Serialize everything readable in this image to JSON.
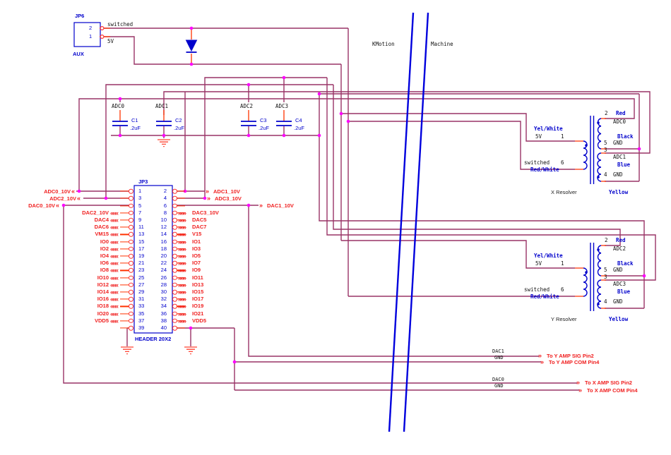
{
  "colors": {
    "wire": "#993366",
    "junction": "#ff00ff",
    "component": "#0000cc",
    "net_label": "#f02020",
    "pin_stub": "#ff3300",
    "divider_line": "#0000dd"
  },
  "jp6": {
    "ref": "JP6",
    "name": "AUX",
    "pin_top": "2",
    "pin_bottom": "1",
    "net_top": "switched",
    "net_bottom": "5V"
  },
  "divider": {
    "left": "KMotion",
    "right": "Machine"
  },
  "caps": [
    {
      "net": "ADC0",
      "ref": "C1",
      "value": ".2uF"
    },
    {
      "net": "ADC1",
      "ref": "C2",
      "value": ".2uF"
    },
    {
      "net": "ADC2",
      "ref": "C3",
      "value": ".2uF"
    },
    {
      "net": "ADC3",
      "ref": "C4",
      "value": ".2uF"
    }
  ],
  "net_flags": {
    "adc0": {
      "arrow": "«",
      "label": "ADC0_10V"
    },
    "adc2": {
      "arrow": "«",
      "label": "ADC2_10V"
    },
    "dac0": {
      "arrow": "«",
      "label": "DAC0_10V"
    },
    "adc1": {
      "arrow": "»",
      "label": "ADC1_10V"
    },
    "adc3": {
      "arrow": "»",
      "label": "ADC3_10V"
    },
    "dac1": {
      "arrow": "»",
      "label": "DAC1_10V"
    }
  },
  "jp3": {
    "ref": "JP3",
    "type": "HEADER 20X2",
    "rows": [
      {
        "ln": "1",
        "rn": "2",
        "ll": "",
        "la": "",
        "rl": "",
        "ra": ""
      },
      {
        "ln": "3",
        "rn": "4",
        "ll": "",
        "la": "",
        "rl": "",
        "ra": ""
      },
      {
        "ln": "5",
        "rn": "6",
        "ll": "",
        "la": "",
        "rl": "",
        "ra": ""
      },
      {
        "ln": "7",
        "rn": "8",
        "ll": "DAC2_10V",
        "la": "«««",
        "rl": "DAC3_10V",
        "ra": "»»»"
      },
      {
        "ln": "9",
        "rn": "10",
        "ll": "DAC4",
        "la": "«««",
        "rl": "DAC5",
        "ra": "»»»"
      },
      {
        "ln": "11",
        "rn": "12",
        "ll": "DAC6",
        "la": "«««",
        "rl": "DAC7",
        "ra": "»»»"
      },
      {
        "ln": "13",
        "rn": "14",
        "ll": "VM15",
        "la": "«««",
        "rl": "V15",
        "ra": "»»»"
      },
      {
        "ln": "15",
        "rn": "16",
        "ll": "IO0",
        "la": "«««",
        "rl": "IO1",
        "ra": "»»»"
      },
      {
        "ln": "17",
        "rn": "18",
        "ll": "IO2",
        "la": "«««",
        "rl": "IO3",
        "ra": "»»»"
      },
      {
        "ln": "19",
        "rn": "20",
        "ll": "IO4",
        "la": "«««",
        "rl": "IO5",
        "ra": "»»»"
      },
      {
        "ln": "21",
        "rn": "22",
        "ll": "IO6",
        "la": "«««",
        "rl": "IO7",
        "ra": "»»»"
      },
      {
        "ln": "23",
        "rn": "24",
        "ll": "IO8",
        "la": "«««",
        "rl": "IO9",
        "ra": "»»»"
      },
      {
        "ln": "25",
        "rn": "26",
        "ll": "IO10",
        "la": "«««",
        "rl": "IO11",
        "ra": "»»»"
      },
      {
        "ln": "27",
        "rn": "28",
        "ll": "IO12",
        "la": "«««",
        "rl": "IO13",
        "ra": "»»»"
      },
      {
        "ln": "29",
        "rn": "30",
        "ll": "IO14",
        "la": "«««",
        "rl": "IO15",
        "ra": "»»»"
      },
      {
        "ln": "31",
        "rn": "32",
        "ll": "IO16",
        "la": "«««",
        "rl": "IO17",
        "ra": "»»»"
      },
      {
        "ln": "33",
        "rn": "34",
        "ll": "IO18",
        "la": "«««",
        "rl": "IO19",
        "ra": "»»»"
      },
      {
        "ln": "35",
        "rn": "36",
        "ll": "IO20",
        "la": "«««",
        "rl": "IO21",
        "ra": "»»»"
      },
      {
        "ln": "37",
        "rn": "38",
        "ll": "VDD5",
        "la": "«««",
        "rl": "VDD5",
        "ra": "»»»"
      },
      {
        "ln": "39",
        "rn": "40",
        "ll": "",
        "la": "",
        "rl": "",
        "ra": ""
      }
    ]
  },
  "resolvers": {
    "x": {
      "p_top_wire": "Yel/White",
      "p_top_net": "5V",
      "pin1": "1",
      "p_bot_net": "switched",
      "pin6": "6",
      "p_bot_wire": "Red/White",
      "pin2": "2",
      "pin2_wire": "Red",
      "pin2_net": "ADC0",
      "s_top_wire": "Black",
      "pin5": "5",
      "pin5_net": "GND",
      "pin3": "3",
      "pin3_net": "ADC1",
      "s_bot_wire": "Blue",
      "pin4": "4",
      "pin4_net": "GND",
      "title": "X Resolver",
      "connector_color": "Yellow"
    },
    "y": {
      "p_top_wire": "Yel/White",
      "p_top_net": "5V",
      "pin1": "1",
      "p_bot_net": "switched",
      "pin6": "6",
      "p_bot_wire": "Red/White",
      "pin2": "2",
      "pin2_wire": "Red",
      "pin2_net": "ADC2",
      "s_top_wire": "Black",
      "pin5": "5",
      "pin5_net": "GND",
      "pin3": "3",
      "pin3_net": "ADC3",
      "s_bot_wire": "Blue",
      "pin4": "4",
      "pin4_net": "GND",
      "title": "Y Resolver",
      "connector_color": "Yellow"
    }
  },
  "amp": {
    "arrow": "»",
    "y_sig_net": "DAC1",
    "y_gnd_net": "GND",
    "y_sig": "To Y AMP SIG Pin2",
    "y_com": "To Y AMP COM Pin4",
    "x_sig_net": "DAC0",
    "x_gnd_net": "GND",
    "x_sig": "To X AMP SIG Pin2",
    "x_com": "To X AMP COM Pin4"
  }
}
